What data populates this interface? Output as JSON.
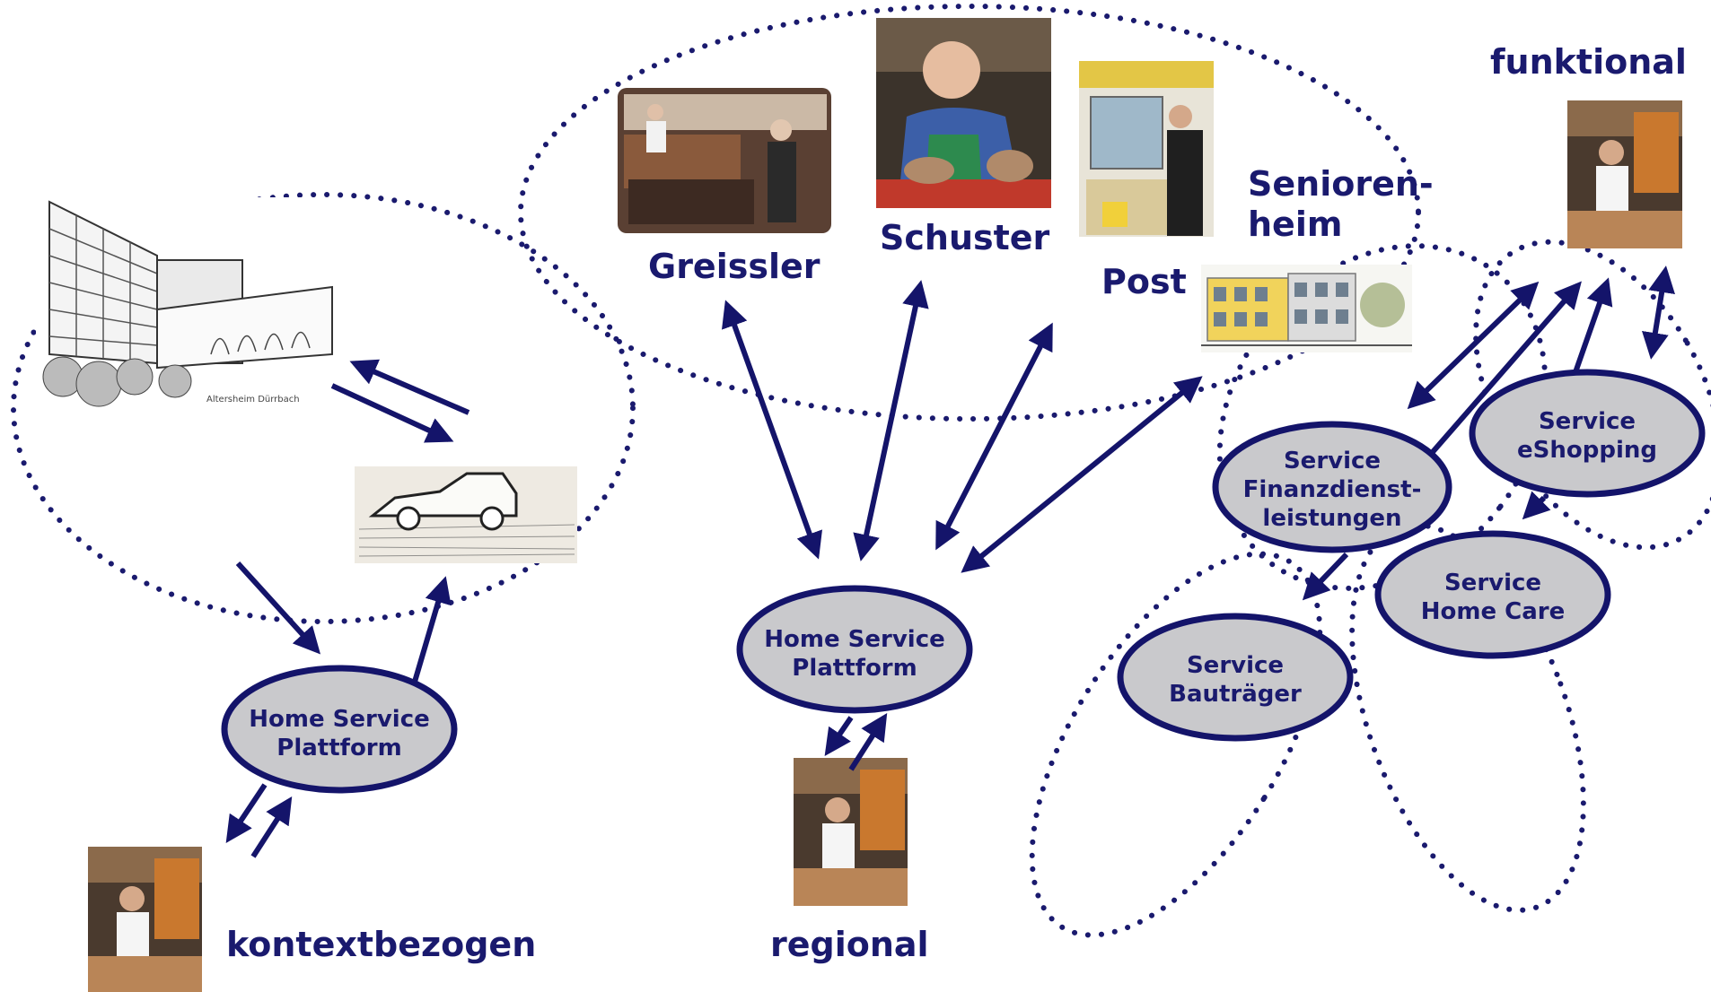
{
  "labels": {
    "kontextbezogen": "kontextbezogen",
    "regional": "regional",
    "funktional": "funktional",
    "greissler": "Greissler",
    "schuster": "Schuster",
    "post": "Post",
    "senioren_line1": "Senioren-",
    "senioren_line2": "heim"
  },
  "nodes": {
    "hsp_left": {
      "line1": "Home Service",
      "line2": "Plattform"
    },
    "hsp_center": {
      "line1": "Home Service",
      "line2": "Plattform"
    },
    "finanz": {
      "line1": "Service",
      "line2": "Finanzdienst-",
      "line3": "leistungen"
    },
    "eshopping": {
      "line1": "Service",
      "line2": "eShopping"
    },
    "homecare": {
      "line1": "Service",
      "line2": "Home Care"
    },
    "bautraeger": {
      "line1": "Service",
      "line2": "Bauträger"
    }
  },
  "photos": {
    "building": "building-sketch-image",
    "car": "car-sketch-image",
    "shop": "greissler-photo",
    "shoemaker": "schuster-photo",
    "postoffice": "post-photo",
    "seniorhome": "seniorenheim-image",
    "person": "person-at-counter-photo"
  },
  "colors": {
    "primary": "#1a1a6e",
    "node_fill": "#c9c9cc"
  }
}
